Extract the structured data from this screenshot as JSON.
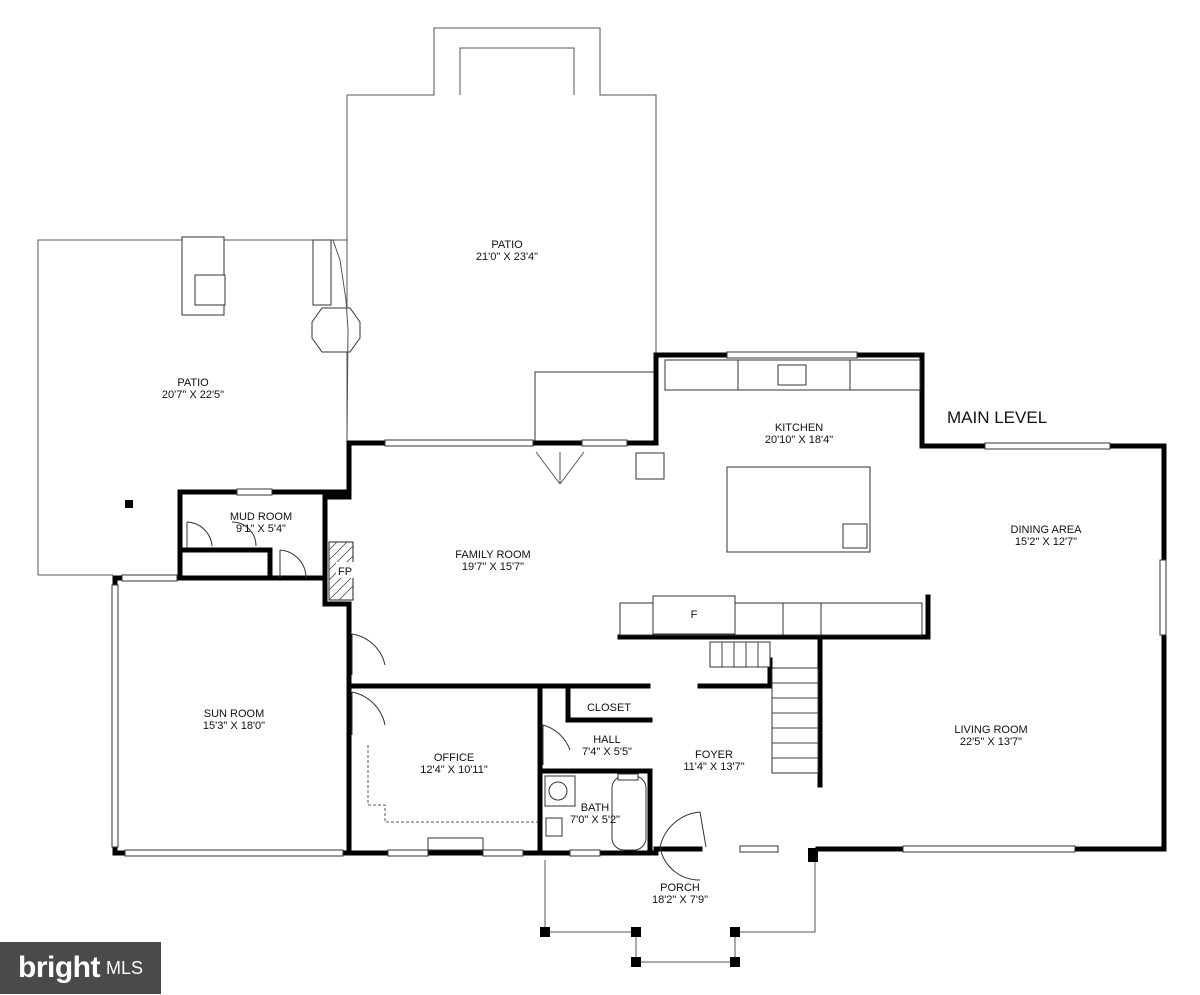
{
  "level_label": "MAIN LEVEL",
  "rooms": [
    {
      "key": "patio_upper",
      "name": "PATIO",
      "dims": "21'0\" X 23'4\""
    },
    {
      "key": "patio_left",
      "name": "PATIO",
      "dims": "20'7\" X 22'5\""
    },
    {
      "key": "kitchen",
      "name": "KITCHEN",
      "dims": "20'10\" X 18'4\""
    },
    {
      "key": "mud_room",
      "name": "MUD ROOM",
      "dims": "9'1\" X 5'4\""
    },
    {
      "key": "family_room",
      "name": "FAMILY ROOM",
      "dims": "19'7\" X 15'7\""
    },
    {
      "key": "dining_area",
      "name": "DINING AREA",
      "dims": "15'2\" X 12'7\""
    },
    {
      "key": "sun_room",
      "name": "SUN ROOM",
      "dims": "15'3\" X 18'0\""
    },
    {
      "key": "office",
      "name": "OFFICE",
      "dims": "12'4\" X 10'11\""
    },
    {
      "key": "hall",
      "name": "HALL",
      "dims": "7'4\" X 5'5\""
    },
    {
      "key": "foyer",
      "name": "FOYER",
      "dims": "11'4\" X 13'7\""
    },
    {
      "key": "living_room",
      "name": "LIVING ROOM",
      "dims": "22'5\" X 13'7\""
    },
    {
      "key": "bath",
      "name": "BATH",
      "dims": "7'0\" X 5'2\""
    },
    {
      "key": "porch",
      "name": "PORCH",
      "dims": "18'2\" X 7'9\""
    }
  ],
  "fixtures": {
    "closet": "CLOSET",
    "fireplace": "FP",
    "fridge": "F"
  },
  "watermark": {
    "brand": "bright",
    "suffix": "MLS"
  }
}
